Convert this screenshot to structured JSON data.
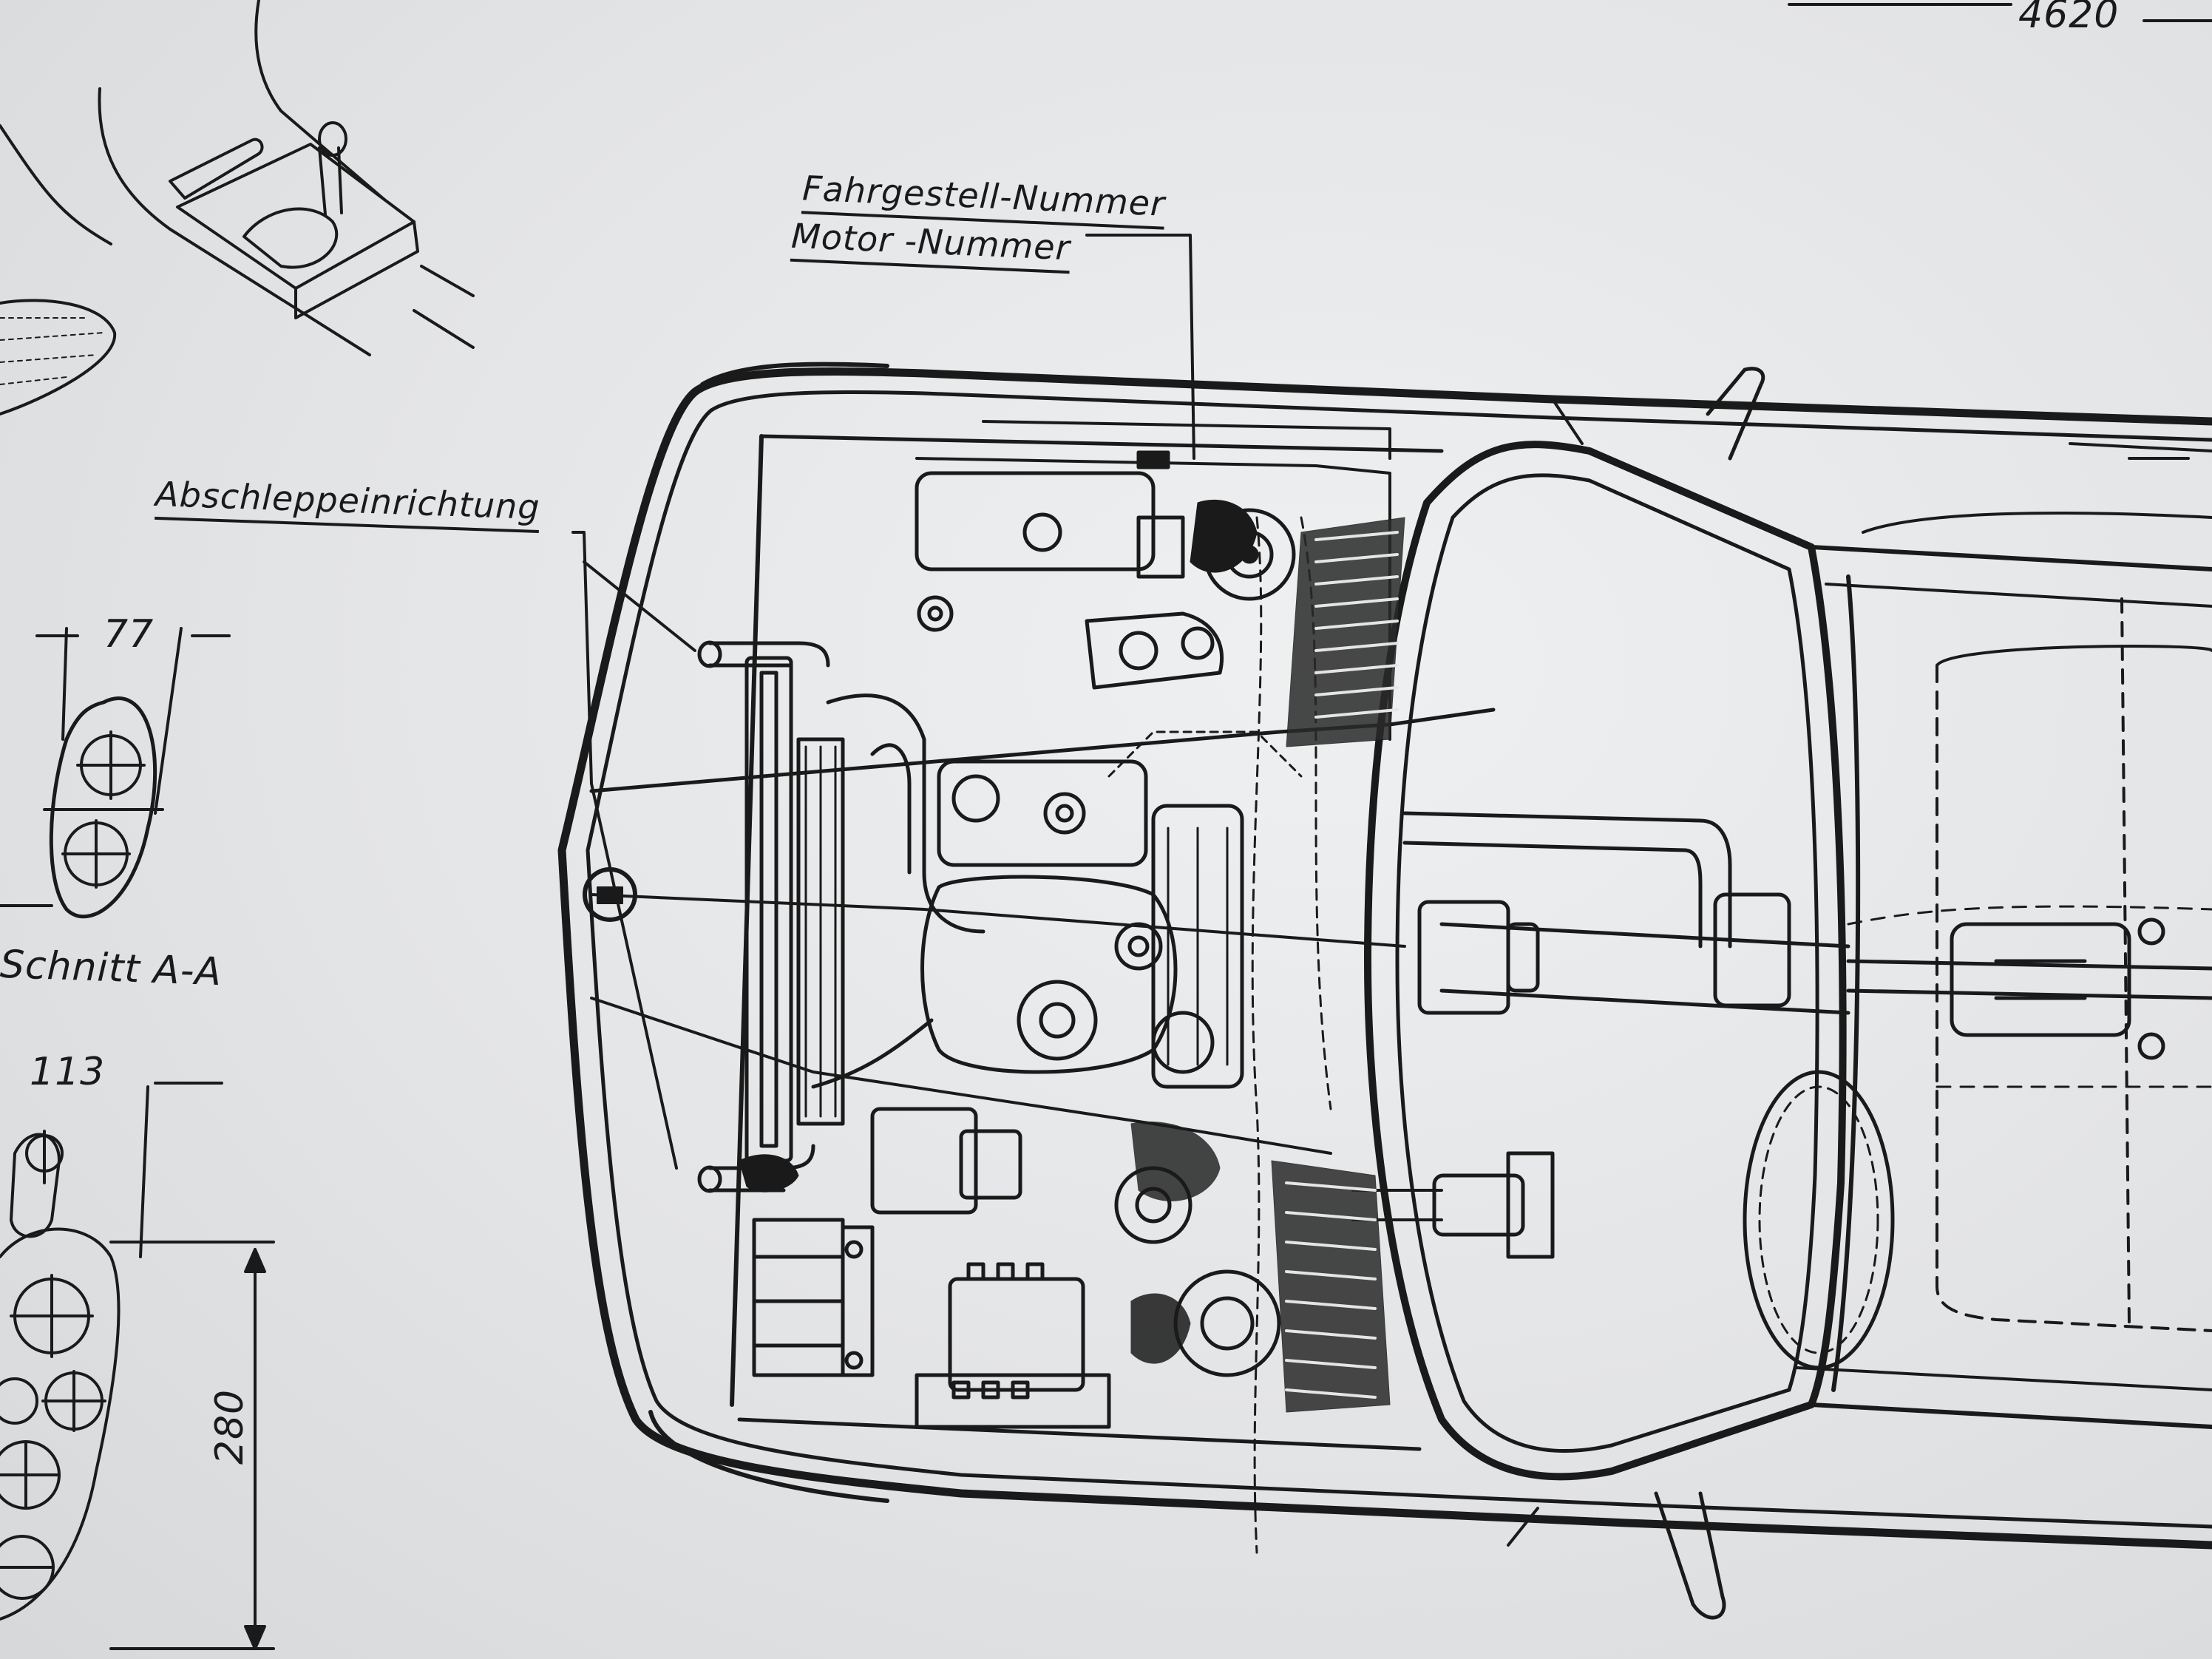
{
  "labels": {
    "fahrgestell": "Fahrgestell-Nummer",
    "motor": "Motor -Nummer",
    "abschlepp": "Abschleppeinrichtung",
    "schnitt": "Schnitt A-A"
  },
  "dimensions": {
    "d77": "77",
    "d113": "113",
    "d280": "280",
    "d4620": "4620"
  },
  "colors": {
    "ink": "#1a1a1a",
    "paper": "#e4e5e6"
  }
}
